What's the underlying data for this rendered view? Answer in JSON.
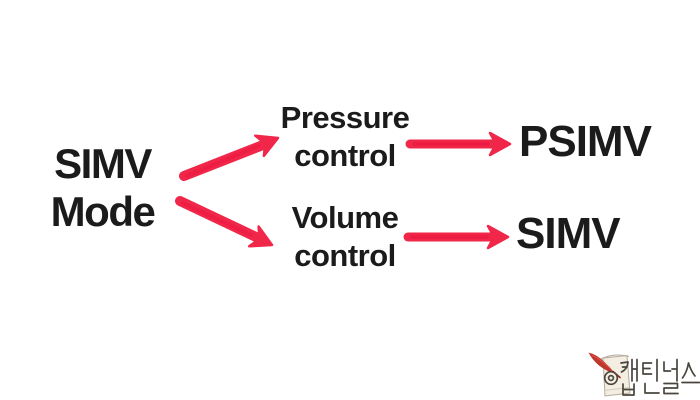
{
  "colors": {
    "background": "#ffffff",
    "text": "#1b1b1b",
    "arrow": "#f1274a",
    "arrow_core": "#e8123f",
    "watermark_ink": "#4a463e",
    "watermark_paper": "#f3eee1",
    "watermark_quill": "#c0372e"
  },
  "diagram": {
    "root": {
      "line1": "SIMV",
      "line2": "Mode"
    },
    "branches": [
      {
        "label_line1": "Pressure",
        "label_line2": "control",
        "result": "PSIMV"
      },
      {
        "label_line1": "Volume",
        "label_line2": "control",
        "result": "SIMV"
      }
    ]
  },
  "watermark": {
    "text": "@캡틴널스"
  }
}
